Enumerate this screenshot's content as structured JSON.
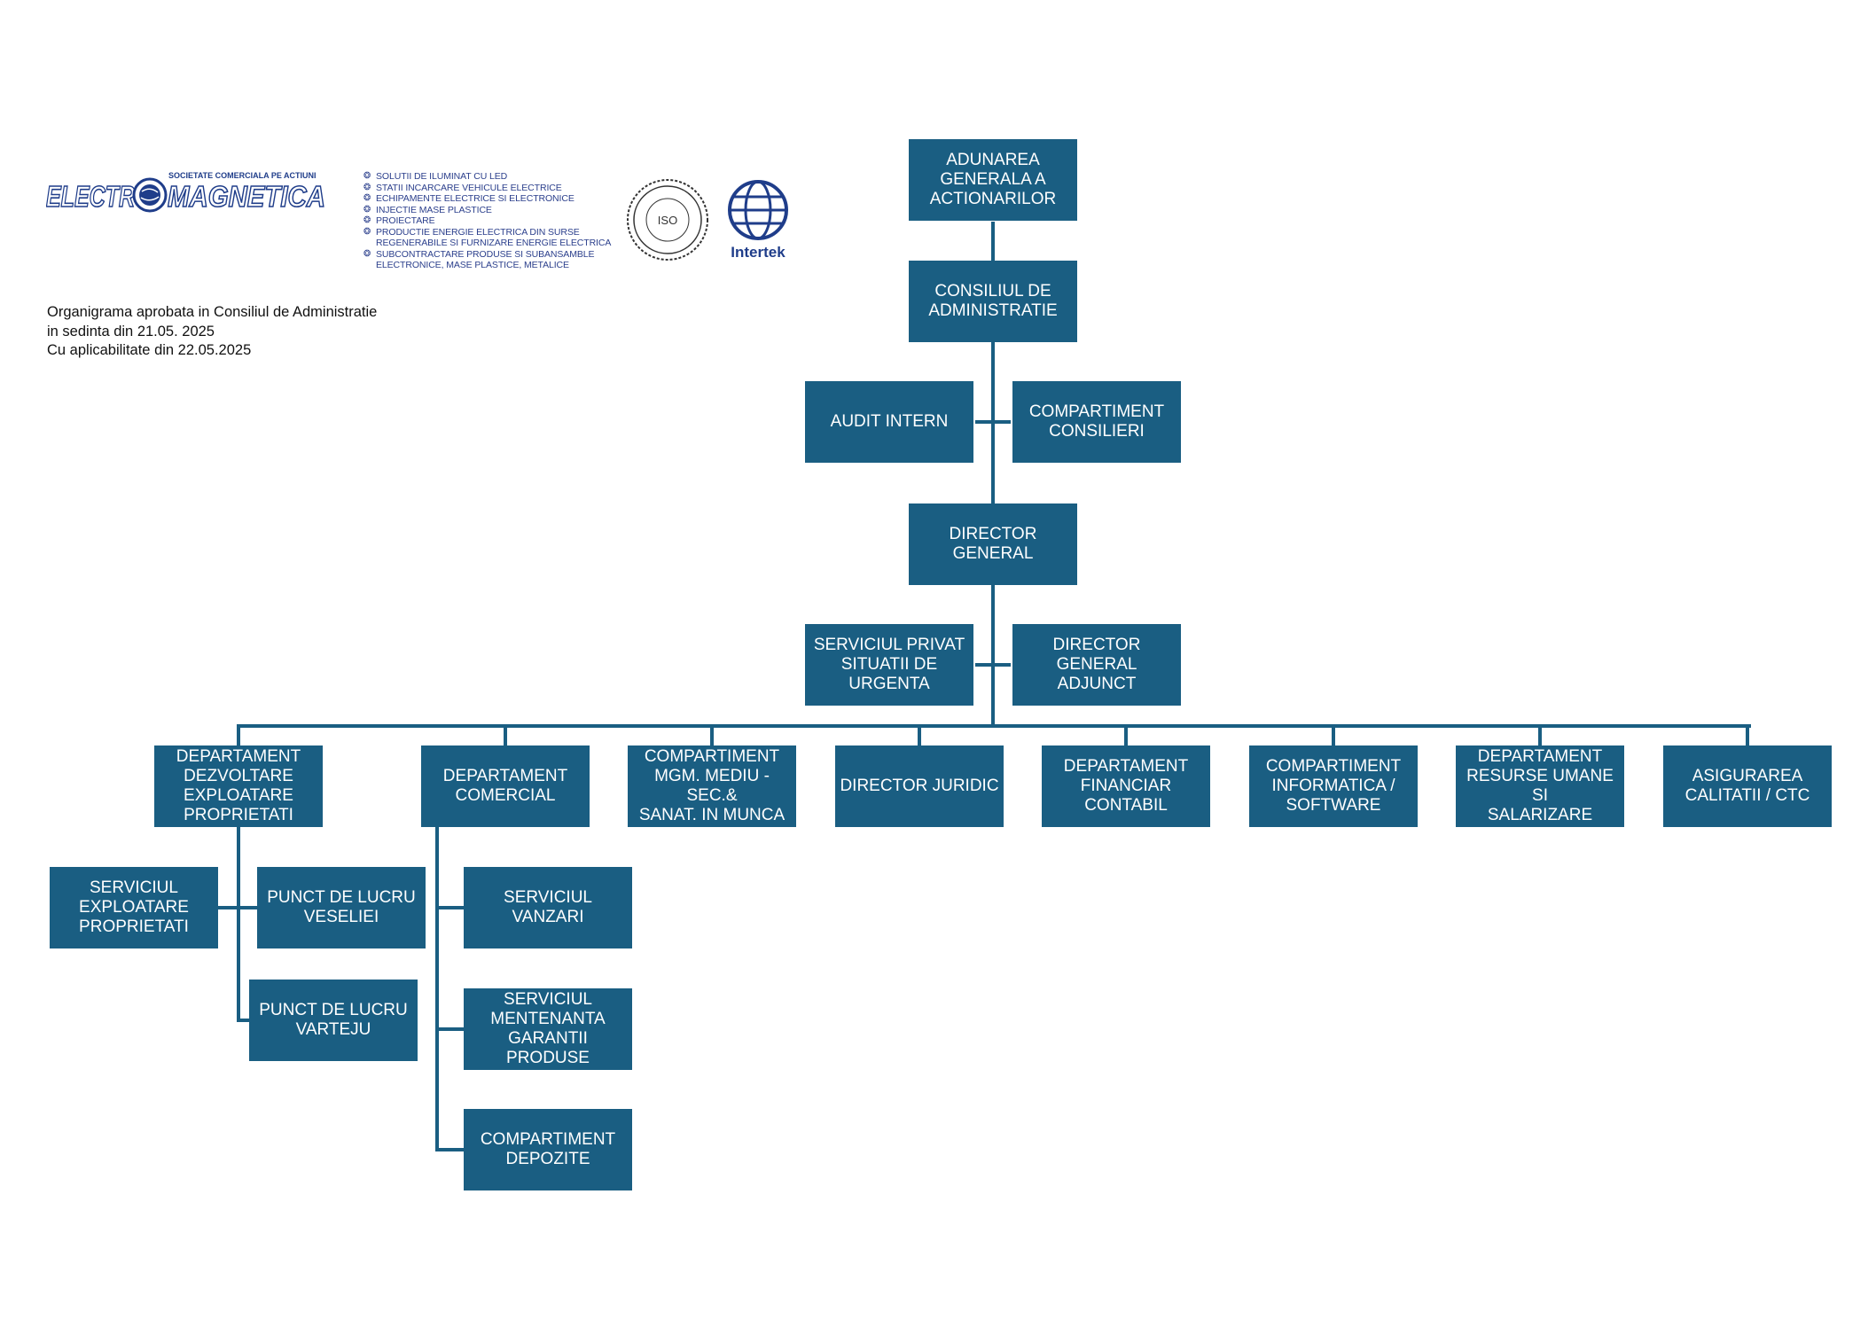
{
  "header": {
    "logo_text_left": "ELECTR",
    "logo_text_right": "MAGNETICA",
    "logo_tagline": "SOCIETATE COMERCIALA PE ACTIUNI",
    "services": [
      "SOLUTII DE ILUMINAT CU LED",
      "STATII INCARCARE VEHICULE ELECTRICE",
      "ECHIPAMENTE ELECTRICE SI ELECTRONICE",
      "INJECTIE MASE PLASTICE",
      "PROIECTARE",
      "PRODUCTIE ENERGIE ELECTRICA DIN SURSE REGENERABILE SI FURNIZARE ENERGIE ELECTRICA",
      "SUBCONTRACTARE PRODUSE SI SUBANSAMBLE ELECTRONICE, MASE PLASTICE, METALICE"
    ],
    "cert_iso_text": "ISO",
    "cert_intertek_label": "Intertek"
  },
  "approval_note": [
    "Organigrama aprobata in Consiliul de Administratie",
    "in sedinta din 21.05. 2025",
    "Cu aplicabilitate  din 22.05.2025"
  ],
  "org": {
    "adunarea": "ADUNAREA\nGENERALA A\nACTIONARILOR",
    "consiliul": "CONSILIUL DE\nADMINISTRATIE",
    "audit": "AUDIT INTERN",
    "consilieri": "COMPARTIMENT\nCONSILIERI",
    "director_general": "DIRECTOR GENERAL",
    "situatii_urgenta": "SERVICIUL PRIVAT\nSITUATII DE URGENTA",
    "director_adjunct": "DIRECTOR GENERAL\nADJUNCT",
    "departments": [
      "DEPARTAMENT\nDEZVOLTARE\nEXPLOATARE\nPROPRIETATI",
      "DEPARTAMENT\nCOMERCIAL",
      "COMPARTIMENT\nMGM. MEDIU - SEC.&\nSANAT. IN MUNCA",
      "DIRECTOR JURIDIC",
      "DEPARTAMENT\nFINANCIAR\nCONTABIL",
      "COMPARTIMENT\nINFORMATICA /\nSOFTWARE",
      "DEPARTAMENT\nRESURSE UMANE SI\nSALARIZARE",
      "ASIGURAREA\nCALITATII / CTC"
    ],
    "dezvoltare_children": {
      "exploatare": "SERVICIUL\nEXPLOATARE\nPROPRIETATI",
      "veseliei": "PUNCT DE LUCRU\nVESELIEI",
      "varteju": "PUNCT DE LUCRU\nVARTEJU"
    },
    "comercial_children": [
      "SERVICIUL VANZARI",
      "SERVICIUL\nMENTENANTA\nGARANTII PRODUSE",
      "COMPARTIMENT\nDEPOZITE"
    ]
  },
  "colors": {
    "box": "#1a5e82",
    "box_text": "#ffffff",
    "logo": "#1f3d8a"
  }
}
